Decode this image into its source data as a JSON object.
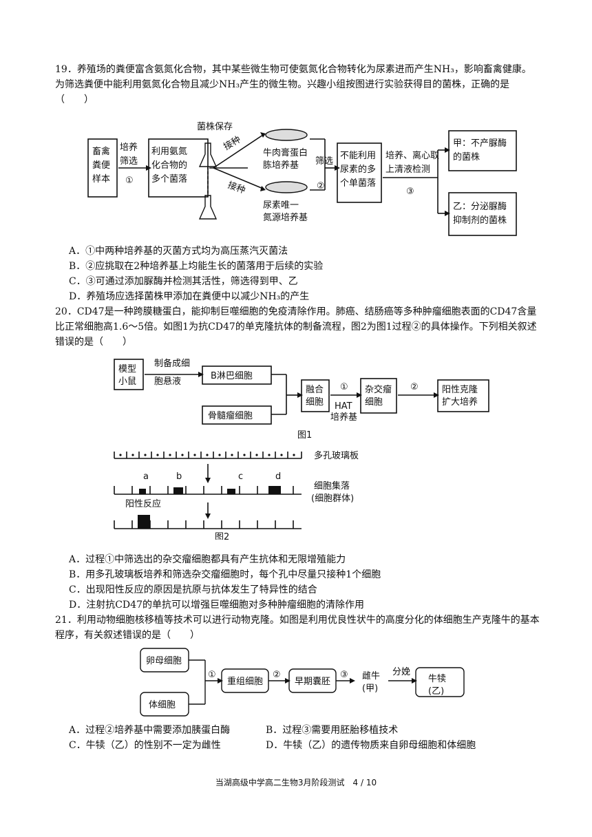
{
  "q19": {
    "stem": "19．养殖场的粪便富含氨氮化合物，其中某些微生物可使氨氮化合物转化为尿素进而产生NH₃，影响畜禽健康。为筛选粪便中能利用氨氮化合物且减少NH₃产生的微生物。兴趣小组按图进行实验获得目的菌株，正确的是（　　）",
    "diagram": {
      "sample": [
        "畜禽",
        "粪便",
        "样本"
      ],
      "step1": [
        "培养",
        "筛选",
        "①"
      ],
      "colonies": [
        "利用氨氮",
        "化合物的",
        "多个菌落"
      ],
      "preserve": "菌株保存",
      "inoc": "接种",
      "medium1": [
        "牛肉膏蛋白",
        "胨培养基"
      ],
      "medium2": [
        "尿素唯一",
        "氮源培养基"
      ],
      "screen": [
        "筛选",
        "②"
      ],
      "single": [
        "不能利用",
        "尿素的多",
        "个单菌落"
      ],
      "step3": [
        "培养、离心取",
        "上清液检测",
        "③"
      ],
      "jia": [
        "甲：不产脲酶",
        "的菌株"
      ],
      "yi": [
        "乙：分泌脲酶",
        "抑制剂的菌株"
      ]
    },
    "options": [
      "A．①中两种培养基的灭菌方式均为高压蒸汽灭菌法",
      "B．②应挑取在2种培养基上均能生长的菌落用于后续的实验",
      "C．③可通过添加脲酶并检测其活性，筛选得到甲、乙",
      "D．养殖场应选择菌株甲添加在粪便中以减少NH₃的产生"
    ]
  },
  "q20": {
    "stem": "20．CD47是一种跨膜糖蛋白，能抑制巨噬细胞的免疫清除作用。肺癌、结肠癌等多种肿瘤细胞表面的CD47含量比正常细胞高1.6～5倍。如图1为抗CD47的单克隆抗体的制备流程，图2为图1过程②的具体操作。下列相关叙述错误的是（　　）",
    "fig1": {
      "mouse": [
        "模型",
        "小鼠"
      ],
      "prep": [
        "制备成细",
        "胞悬液"
      ],
      "bcell": "B淋巴细胞",
      "myeloma": "骨髓瘤细胞",
      "fusion": [
        "融合",
        "细胞"
      ],
      "step1": "①",
      "hat": [
        "HAT",
        "培养基"
      ],
      "hybrid": [
        "杂交瘤",
        "细胞"
      ],
      "step2": "②",
      "clone": [
        "阳性克隆",
        "扩大培养"
      ],
      "caption": "图1"
    },
    "fig2": {
      "plate": "多孔玻璃板",
      "wells": [
        "a",
        "b",
        "c",
        "d"
      ],
      "colony": [
        "细胞集落",
        "(细胞群体)"
      ],
      "positive": "阳性反应",
      "caption": "图2"
    },
    "options": [
      "A．过程①中筛选出的杂交瘤细胞都具有产生抗体和无限增殖能力",
      "B．用多孔玻璃板培养和筛选杂交瘤细胞时，每个孔中尽量只接种1个细胞",
      "C．出现阳性反应的原因是抗原与抗体发生了特异性的结合",
      "D．注射抗CD47的单抗可以增强巨噬细胞对多种肿瘤细胞的清除作用"
    ]
  },
  "q21": {
    "stem": "21．利用动物细胞核移植等技术可以进行动物克隆。如图是利用优良性状牛的高度分化的体细胞生产克隆牛的基本程序，有关叙述错误的是（　　）",
    "diagram": {
      "oocyte": "卵母细胞",
      "somatic": "体细胞",
      "s1": "①",
      "recon": "重组细胞",
      "s2": "②",
      "embryo": "早期囊胚",
      "s3": "③",
      "cow": [
        "雌牛",
        "(甲)"
      ],
      "birth": "分娩",
      "calf": [
        "牛犊",
        "(乙)"
      ]
    },
    "options": [
      "A．过程②培养基中需要添加胰蛋白酶",
      "B．过程③需要用胚胎移植技术",
      "C．牛犊（乙）的性别不一定为雌性",
      "D．牛犊（乙）的遗传物质来自卵母细胞和体细胞"
    ]
  },
  "footer": "当湖高级中学高二生物3月阶段测试　4 / 10"
}
